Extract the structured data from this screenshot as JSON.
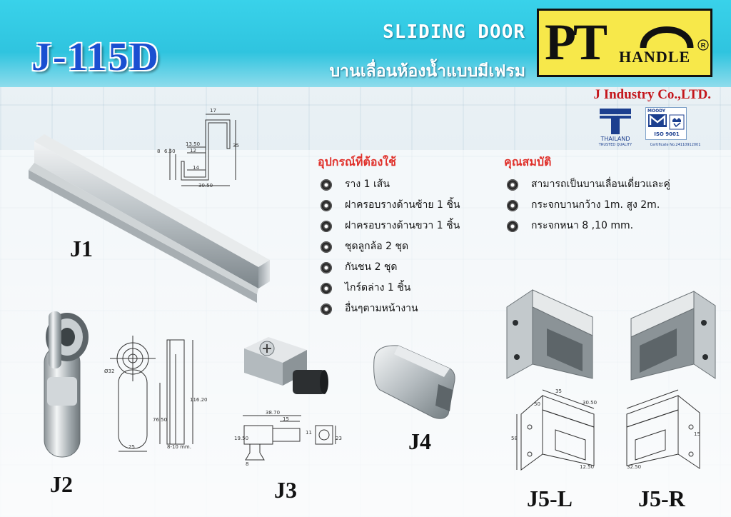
{
  "header": {
    "model_code": "J-115D",
    "product_title": "SLIDING DOOR",
    "product_subtitle": "บานเลื่อนห้องน้ำแบบมีเฟรม"
  },
  "brand": {
    "logo_pt": "PT",
    "logo_handle": "HANDLE",
    "logo_reg": "®",
    "company": "J Industry Co.,LTD.",
    "thai_cert_line1": "THAILAND",
    "thai_cert_line2": "TRUSTED QUALITY",
    "moody_label": "MOODY",
    "iso_label": "ISO 9001",
    "cert_no": "Certificate No.24110912001"
  },
  "equipment": {
    "heading": "อุปกรณ์ที่ต้องใช้",
    "items": [
      "ราง 1 เส้น",
      "ฝาครอบรางด้านซ้าย 1 ชิ้น",
      "ฝาครอบรางด้านขวา 1 ชิ้น",
      "ชุดลูกล้อ 2 ชุด",
      "กันชน 2 ชุด",
      "ไกร์ดล่าง 1 ชิ้น",
      "อื่นๆตามหน้างาน"
    ]
  },
  "properties": {
    "heading": "คุณสมบัติ",
    "items": [
      "สามารถเป็นบานเลื่อนเดี่ยวและคู่",
      "กระจกบานกว้าง 1m. สูง 2m.",
      "กระจกหนา 8 ,10 mm."
    ]
  },
  "parts": {
    "j1": "J1",
    "j2": "J2",
    "j3": "J3",
    "j4": "J4",
    "j5l": "J5-L",
    "j5r": "J5-R"
  },
  "dimensions": {
    "j1": [
      "17",
      "13.50",
      "12",
      "8",
      "6.50",
      "14",
      "30.50",
      "35"
    ],
    "j2": [
      "Ø32",
      "116.20",
      "76.50",
      "25",
      "8-10 mm."
    ],
    "j3": [
      "38.70",
      "15",
      "19.50",
      "8",
      "11",
      "23"
    ],
    "j5": [
      "50",
      "30.50",
      "35",
      "58",
      "12.50",
      "15",
      "32.50"
    ]
  },
  "colors": {
    "band": "#39d2ea",
    "model_code": "#1a4fd1",
    "accent_red": "#e0312b",
    "logo_yellow": "#f7e84a"
  }
}
